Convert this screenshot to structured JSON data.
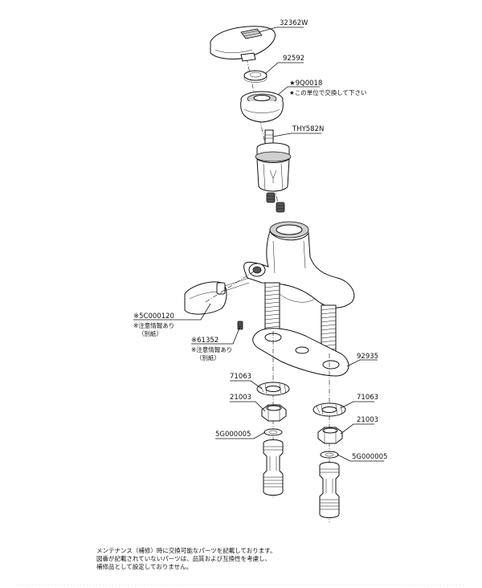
{
  "labels": {
    "handle": "32362W",
    "ring": "92592",
    "cap": "★9Q0018",
    "cap_note": "★この単位で交換して下さい",
    "cartridge": "THY582N",
    "spout": "※5C000120",
    "spout_note1": "※注意情報あり",
    "spout_note2": "（別紙）",
    "screw": "※61352",
    "screw_note1": "※注意情報あり",
    "screw_note2": "（別紙）",
    "plate": "92935",
    "washer_left": "71063",
    "nut_left": "21003",
    "packing_left": "5G000005",
    "washer_right": "71063",
    "nut_right": "21003",
    "packing_right": "5G000005"
  },
  "footer": {
    "line1": "メンテナンス（補修）時に交換可能なパーツを記載しております。",
    "line2": "図番が記載されていないパーツは、品質および互換性を考慮し、",
    "line3": "補修品として設定しておりません。"
  }
}
